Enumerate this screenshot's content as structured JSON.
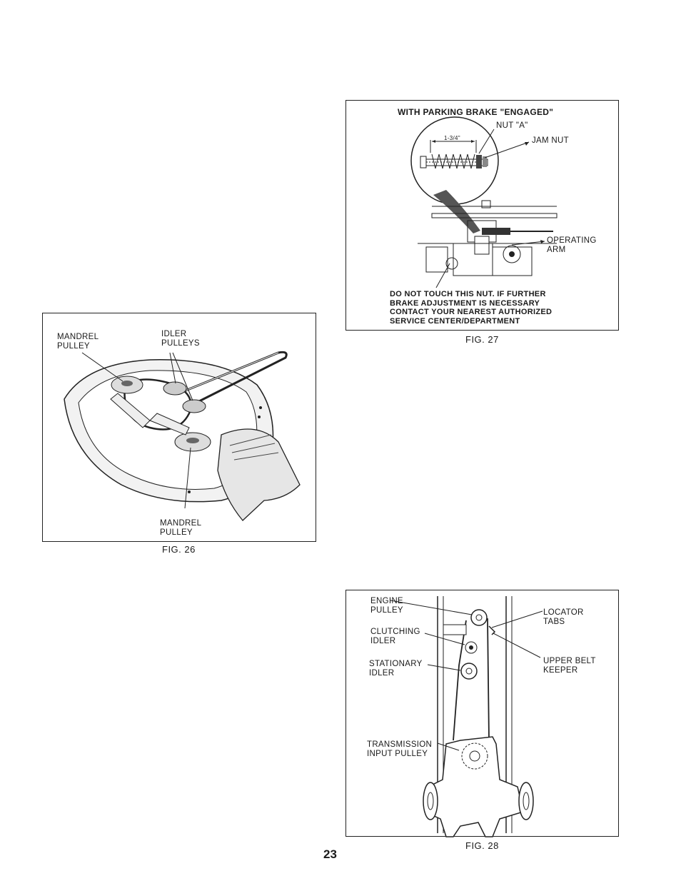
{
  "fig27": {
    "title": "WITH PARKING BRAKE \"ENGAGED\"",
    "nut_a": "NUT \"A\"",
    "dimension": "1-3/4\"",
    "jam_nut": "JAM NUT",
    "operating_arm": "OPERATING\nARM",
    "note": "DO NOT TOUCH THIS NUT.  IF FURTHER\nBRAKE ADJUSTMENT IS NECESSARY\nCONTACT YOUR NEAREST AUTHORIZED\nSERVICE CENTER/DEPARTMENT",
    "caption": "FIG. 27"
  },
  "fig26": {
    "mandrel_pulley_top": "MANDREL\nPULLEY",
    "idler_pulleys": "IDLER\nPULLEYS",
    "mandrel_pulley_bottom": "MANDREL\nPULLEY",
    "caption": "FIG. 26"
  },
  "fig28": {
    "engine_pulley": "ENGINE\nPULLEY",
    "clutching_idler": "CLUTCHING\nIDLER",
    "stationary_idler": "STATIONARY\nIDLER",
    "transmission_input_pulley": "TRANSMISSION\nINPUT PULLEY",
    "locator_tabs": "LOCATOR\nTABS",
    "upper_belt_keeper": "UPPER BELT\nKEEPER",
    "caption": "FIG. 28"
  },
  "page_number": "23"
}
